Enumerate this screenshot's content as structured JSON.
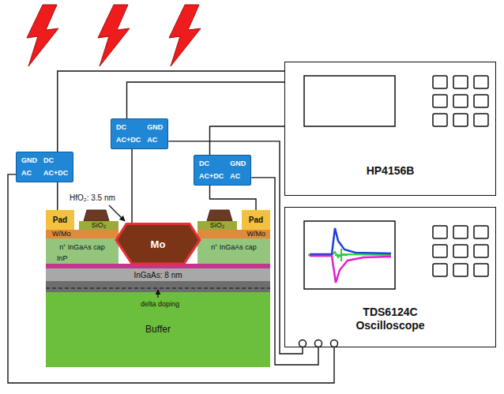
{
  "diagram": {
    "nodes": [
      {
        "text": [
          "GND",
          "DC",
          "AC",
          "AC+DC"
        ]
      },
      {
        "text": [
          "DC",
          "GND",
          "AC+DC",
          "AC"
        ]
      },
      {
        "text": [
          "DC",
          "GND",
          "AC+DC",
          "AC"
        ]
      },
      {
        "text": [
          "HP4156B"
        ]
      },
      {
        "text": [
          "TDS6124C Oscilloscope"
        ]
      },
      {
        "text": [
          "Pad"
        ]
      },
      {
        "text": [
          "SiO₂"
        ]
      },
      {
        "text": [
          "SiO₂"
        ]
      },
      {
        "text": [
          "Pad"
        ]
      },
      {
        "text": [
          "Mo"
        ]
      },
      {
        "text": [
          "W/Mo"
        ]
      },
      {
        "text": [
          "W/Mo"
        ]
      },
      {
        "text": [
          "n⁺ InGaAs cap"
        ]
      },
      {
        "text": [
          "n⁺ InGaAs cap"
        ]
      },
      {
        "text": [
          "InP"
        ]
      },
      {
        "text": [
          "InGaAs: 8 nm"
        ]
      },
      {
        "text": [
          "Buffer"
        ]
      }
    ],
    "edges": [
      {
        "from": 0,
        "to": 3,
        "arrow": "none"
      },
      {
        "from": 1,
        "to": 3,
        "arrow": "none"
      },
      {
        "from": 2,
        "to": 3,
        "arrow": "none"
      },
      {
        "from": 0,
        "to": 5,
        "arrow": "none"
      },
      {
        "from": 1,
        "to": 9,
        "arrow": "none"
      },
      {
        "from": 2,
        "to": 8,
        "arrow": "none"
      },
      {
        "from": 1,
        "to": 4,
        "arrow": "none"
      },
      {
        "from": 2,
        "to": 4,
        "arrow": "none"
      },
      {
        "from": 0,
        "to": 4,
        "arrow": "none"
      }
    ],
    "labels": [
      "HfO₂: 3.5 nm",
      "delta doping"
    ]
  }
}
